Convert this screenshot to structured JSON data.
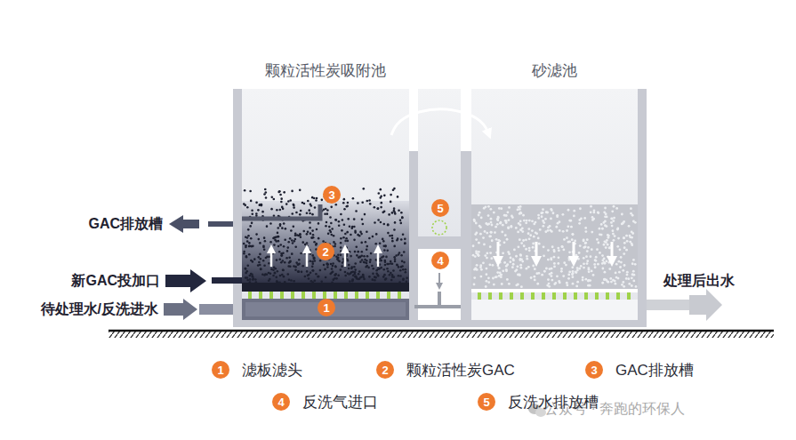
{
  "diagram": {
    "nodes": [
      {
        "text": [
          "颗粒活性炭吸附池"
        ]
      },
      {
        "text": [
          "砂滤池"
        ]
      },
      {
        "text": [
          "3"
        ],
        "in": 0
      },
      {
        "text": [
          "5"
        ]
      },
      {
        "text": [
          "2"
        ],
        "in": 0
      },
      {
        "text": [
          "4"
        ]
      },
      {
        "text": [
          "1"
        ],
        "in": 0
      }
    ],
    "edges": [
      {
        "from": 0,
        "to": 1,
        "arrow": "to"
      }
    ],
    "labels": [
      "GAC排放槽",
      "新GAC投加口",
      "待处理水/反洗进水",
      "处理后出水",
      "1",
      "2",
      "3",
      "4",
      "5",
      "公众号 · 奔跑的环保人"
    ],
    "legend": [
      {
        "text": "滤板滤头"
      },
      {
        "text": "颗粒活性炭GAC"
      },
      {
        "text": "GAC排放槽"
      },
      {
        "text": "反洗气进口"
      },
      {
        "text": "反洗水排放槽"
      }
    ]
  }
}
